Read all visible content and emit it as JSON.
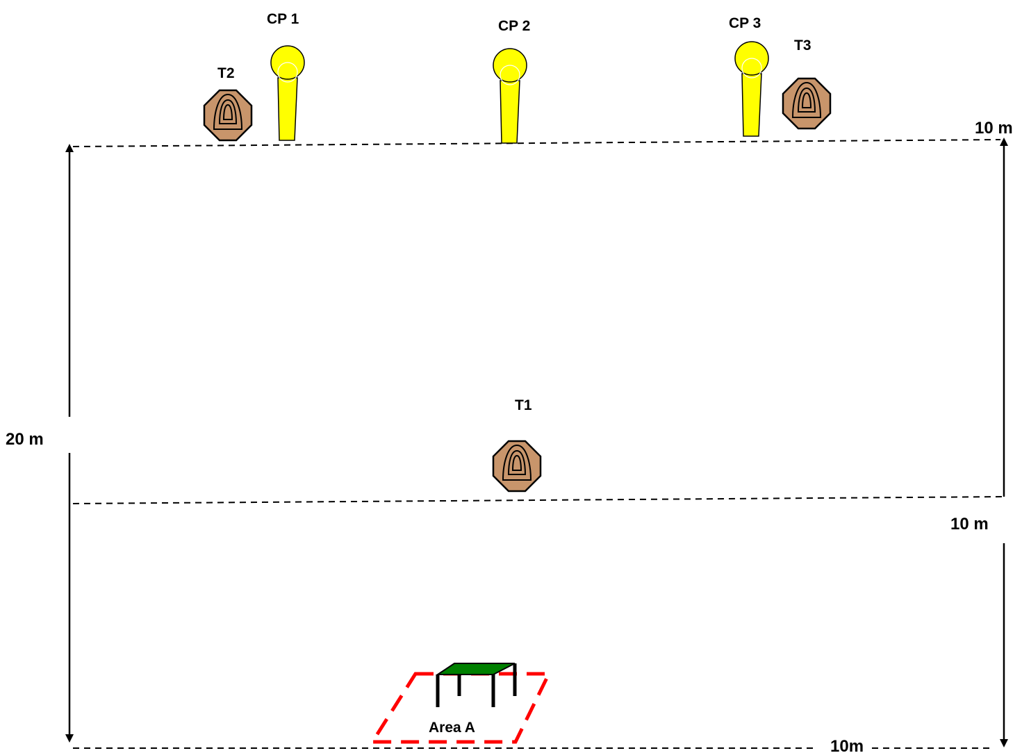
{
  "stage": {
    "colors": {
      "target_fill": "#c8956b",
      "popper_fill": "#ffff00",
      "area_outline": "#ff0000",
      "table_top": "#008000",
      "line": "#000000"
    },
    "targets": [
      {
        "label": "T1",
        "icon": "paper-target-icon"
      },
      {
        "label": "T2",
        "icon": "paper-target-icon"
      },
      {
        "label": "T3",
        "icon": "paper-target-icon"
      }
    ],
    "poppers": [
      {
        "label": "CP 1",
        "icon": "popper-icon"
      },
      {
        "label": "CP 2",
        "icon": "popper-icon"
      },
      {
        "label": "CP 3",
        "icon": "popper-icon"
      }
    ],
    "distances": {
      "total": "20 m",
      "upper_segment": "10 m",
      "lower_segment": "10 m",
      "width": "10m"
    },
    "shooting_area": {
      "label": "Area A",
      "icon": "table-icon"
    }
  }
}
